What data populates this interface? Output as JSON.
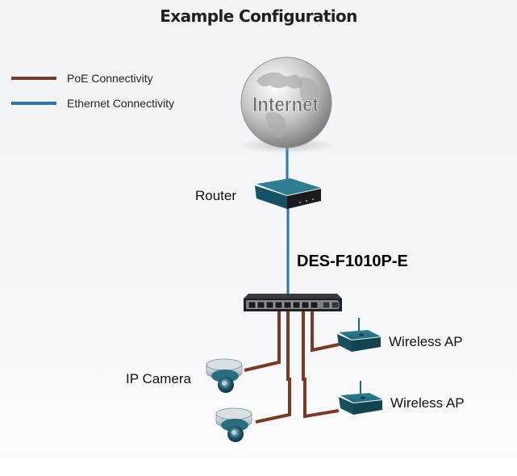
{
  "title": "Example Configuration",
  "legend": [
    {
      "label": "PoE Connectivity",
      "color": "#7b3a23"
    },
    {
      "label": "Ethernet Connectivity",
      "color": "#2b75b0"
    }
  ],
  "nodes": {
    "internet": {
      "label": "Internet",
      "icon": "globe-icon"
    },
    "router": {
      "label": "Router",
      "icon": "router-icon"
    },
    "switch": {
      "label": "DES-F1010P-E",
      "icon": "switch-icon",
      "ports_total": 10,
      "poe_ports": 8
    },
    "ip_camera": {
      "label": "IP Camera",
      "icon": "dome-camera-icon",
      "count": 2
    },
    "wireless_ap_1": {
      "label": "Wireless AP",
      "icon": "wireless-ap-icon"
    },
    "wireless_ap_2": {
      "label": "Wireless AP",
      "icon": "wireless-ap-icon"
    }
  },
  "connections": [
    {
      "from": "internet",
      "to": "router",
      "type": "Ethernet Connectivity"
    },
    {
      "from": "router",
      "to": "switch",
      "type": "Ethernet Connectivity"
    },
    {
      "from": "switch",
      "to": "ip_camera_1",
      "type": "PoE Connectivity"
    },
    {
      "from": "switch",
      "to": "ip_camera_2",
      "type": "PoE Connectivity"
    },
    {
      "from": "switch",
      "to": "wireless_ap_2",
      "type": "PoE Connectivity"
    },
    {
      "from": "switch",
      "to": "wireless_ap_1",
      "type": "PoE Connectivity"
    }
  ],
  "colors": {
    "poe": "#7b3a23",
    "ethernet": "#2b75b0",
    "device_teal": "#1f6678",
    "background": "#f3f4f7"
  }
}
